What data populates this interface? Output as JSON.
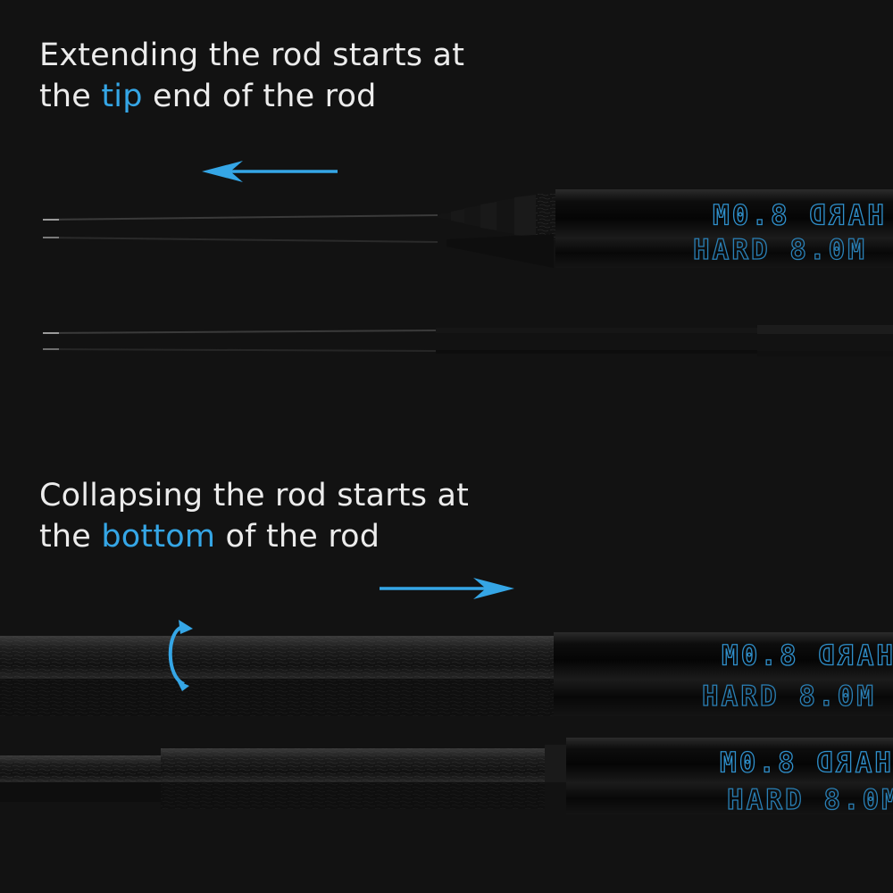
{
  "captions": {
    "extend": {
      "before": "Extending the rod starts at",
      "line2_prefix": "the ",
      "highlight": "tip",
      "after": " end of the rod"
    },
    "collapse": {
      "before": "Collapsing the rod starts at",
      "line2_prefix": "the ",
      "highlight": "bottom",
      "after": " of the rod"
    }
  },
  "rod_marking": "HARD 8.0M",
  "colors": {
    "background": "#121212",
    "highlight": "#35a6e6",
    "arrow": "#35a6e6",
    "text": "#ececec"
  },
  "icons": {
    "arrow_extend": "arrow-left-icon",
    "arrow_collapse": "arrow-right-icon",
    "rotate": "rotate-icon"
  }
}
